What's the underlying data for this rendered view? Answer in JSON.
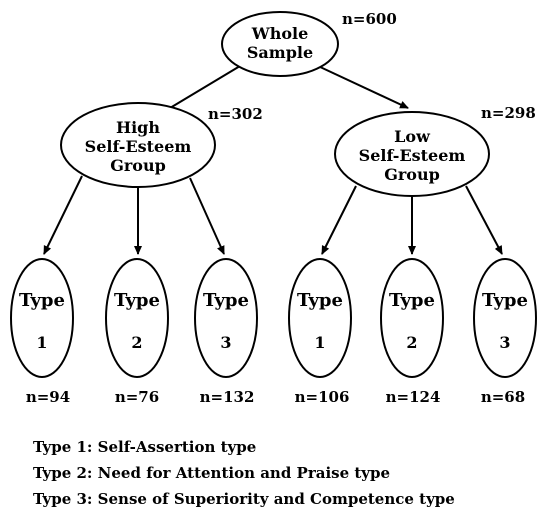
{
  "root": {
    "lines": [
      "Whole",
      "Sample"
    ],
    "n": "n=600"
  },
  "groups": [
    {
      "lines": [
        "High",
        "Self-Esteem",
        "Group"
      ],
      "n": "n=302"
    },
    {
      "lines": [
        "Low",
        "Self-Esteem",
        "Group"
      ],
      "n": "n=298"
    }
  ],
  "types": [
    {
      "label": "Type",
      "num": "1",
      "n": "n=94"
    },
    {
      "label": "Type",
      "num": "2",
      "n": "n=76"
    },
    {
      "label": "Type",
      "num": "3",
      "n": "n=132"
    },
    {
      "label": "Type",
      "num": "1",
      "n": "n=106"
    },
    {
      "label": "Type",
      "num": "2",
      "n": "n=124"
    },
    {
      "label": "Type",
      "num": "3",
      "n": "n=68"
    }
  ],
  "legend": [
    "Type 1: Self-Assertion type",
    "Type 2: Need for Attention and Praise type",
    "Type 3: Sense of Superiority and Competence type"
  ]
}
